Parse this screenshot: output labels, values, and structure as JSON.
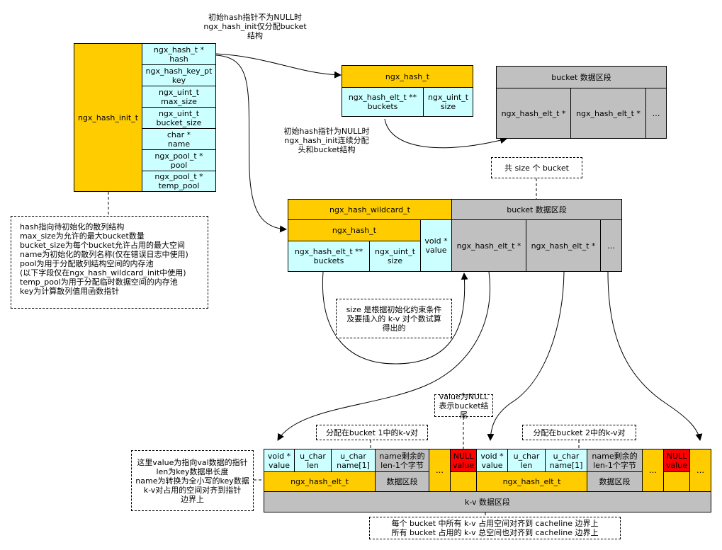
{
  "hash_init": {
    "title": "ngx_hash_init_t",
    "fields": [
      "ngx_hash_t *\nhash",
      "ngx_hash_key_pt\nkey",
      "ngx_uint_t\nmax_size",
      "ngx_uint_t\nbucket_size",
      "char *\nname",
      "ngx_pool_t *\npool",
      "ngx_pool_t *\ntemp_pool"
    ]
  },
  "labels": {
    "top_note": "初始hash指针不为NULL时\nngx_hash_init仅分配bucket\n结构",
    "mid_note": "初始hash指针为NULL时\nngx_hash_init连续分配\n头和bucket结构"
  },
  "hash_top": {
    "title": "ngx_hash_t",
    "buckets": "ngx_hash_elt_t **\nbuckets",
    "size": "ngx_uint_t\nsize"
  },
  "bucket_top": {
    "title": "bucket 数据区段",
    "cells": [
      "ngx_hash_elt_t *",
      "ngx_hash_elt_t *",
      "…"
    ]
  },
  "size_note": "共 size 个 bucket",
  "fields_note": "hash指向待初始化的散列结构\nmax_size为允许的最大bucket数量\nbucket_size为每个bucket允许占用的最大空间\nname为初始化的散列名称(仅在错误日志中使用)\npool为用于分配散列结构空间的内存池\n(以下字段仅在ngx_hash_wildcard_init中使用)\ntemp_pool为用于分配临时数据空间的内存池\nkey为计算散列值用函数指针",
  "wildcard": {
    "title": "ngx_hash_wildcard_t",
    "hash_title": "ngx_hash_t",
    "buckets": "ngx_hash_elt_t **\nbuckets",
    "size": "ngx_uint_t\nsize",
    "value": "void *\nvalue",
    "bucket_title": "bucket 数据区段",
    "cells": [
      "ngx_hash_elt_t *",
      "ngx_hash_elt_t *",
      "…"
    ]
  },
  "calc_note": "size 是根据初始化约束条件\n及要插入的 k-v 对个数试算\n得出的",
  "null_note": "value为NULL\n表示bucket结尾",
  "bucket1_note": "分配在bucket 1中的k-v对",
  "bucket2_note": "分配在bucket 2中的k-v对",
  "left_note": "这里value为指向val数据的指针\nlen为key数据串长度\nname为转换为全小写的key数据\nk-v对占用的空间对齐到指针\n边界上",
  "kv": {
    "value": "void *\nvalue",
    "len": "u_char\nlen",
    "name": "u_char\nname[1]",
    "rest": "name剩余的\nlen-1个字节",
    "dots": "…",
    "null_value": "NULL\nvalue",
    "elt": "ngx_hash_elt_t",
    "data": "数据区段",
    "section": "k-v 数据区段"
  },
  "bottom_note": "每个 bucket 中所有 k-v 占用空间对齐到 cacheline 边界上\n所有 bucket 占用的 k-v 总空间也对齐到 cacheline 边界上",
  "colors": {
    "yellow": "#ffcc00",
    "cyan": "#ccffff",
    "gray": "#c0c0c0",
    "red": "#ff0000"
  }
}
